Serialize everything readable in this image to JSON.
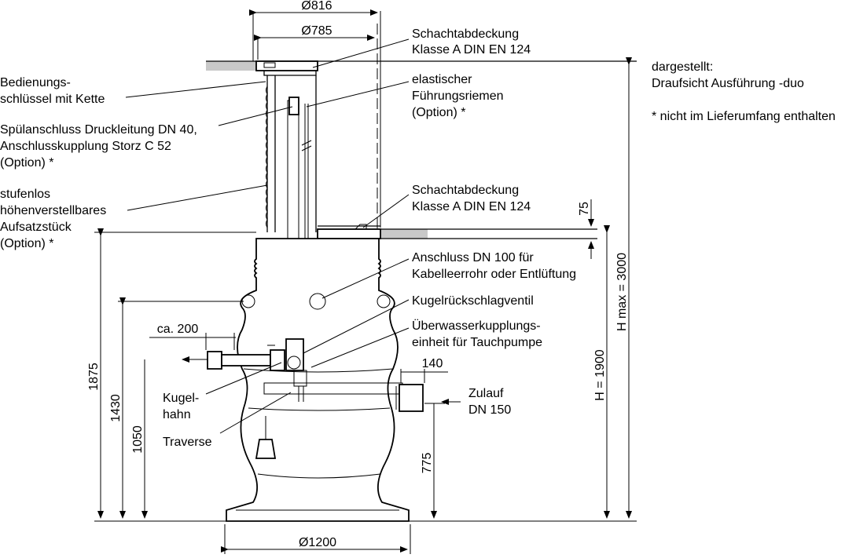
{
  "dimensions": {
    "d816": "Ø816",
    "d785": "Ø785",
    "d1200": "Ø1200",
    "h75": "75",
    "h3000": "H max = 3000",
    "h1900": "H = 1900",
    "h1875": "1875",
    "h1430": "1430",
    "h1050": "1050",
    "h775": "775",
    "w140": "140",
    "w200": "ca. 200"
  },
  "labels": {
    "cover_top": [
      "Schachtabdeckung",
      "Klasse A  DIN EN 124"
    ],
    "belt": [
      "elastischer",
      "Führungsriemen",
      "(Option) *"
    ],
    "cover_low": [
      "Schachtabdeckung",
      "Klasse A  DIN EN 124"
    ],
    "connection": [
      "Anschluss DN 100 für",
      "Kabelleerrohr oder Entlüftung"
    ],
    "check_valve": [
      "Kugelrückschlagventil"
    ],
    "coupling": [
      "Überwasserkupplungs-",
      "einheit für Tauchpumpe"
    ],
    "inlet": [
      "Zulauf",
      "DN 150"
    ],
    "key": [
      "Bedienungs-",
      "schlüssel mit Kette"
    ],
    "flush": [
      "Spülanschluss Druckleitung DN 40,",
      "Anschlusskupplung Storz C 52",
      "(Option) *"
    ],
    "extension": [
      "stufenlos",
      "höhenverstellbares",
      "Aufsatzstück",
      "(Option) *"
    ],
    "ball_valve": [
      "Kugel-",
      "hahn"
    ],
    "traverse": [
      "Traverse"
    ]
  },
  "notes": {
    "shown": [
      "dargestellt:",
      "Draufsicht Ausführung -duo"
    ],
    "footnote": "* nicht im Lieferumfang enthalten"
  },
  "colors": {
    "line": "#000000",
    "ground": "#c8c8c8",
    "background": "#ffffff"
  }
}
